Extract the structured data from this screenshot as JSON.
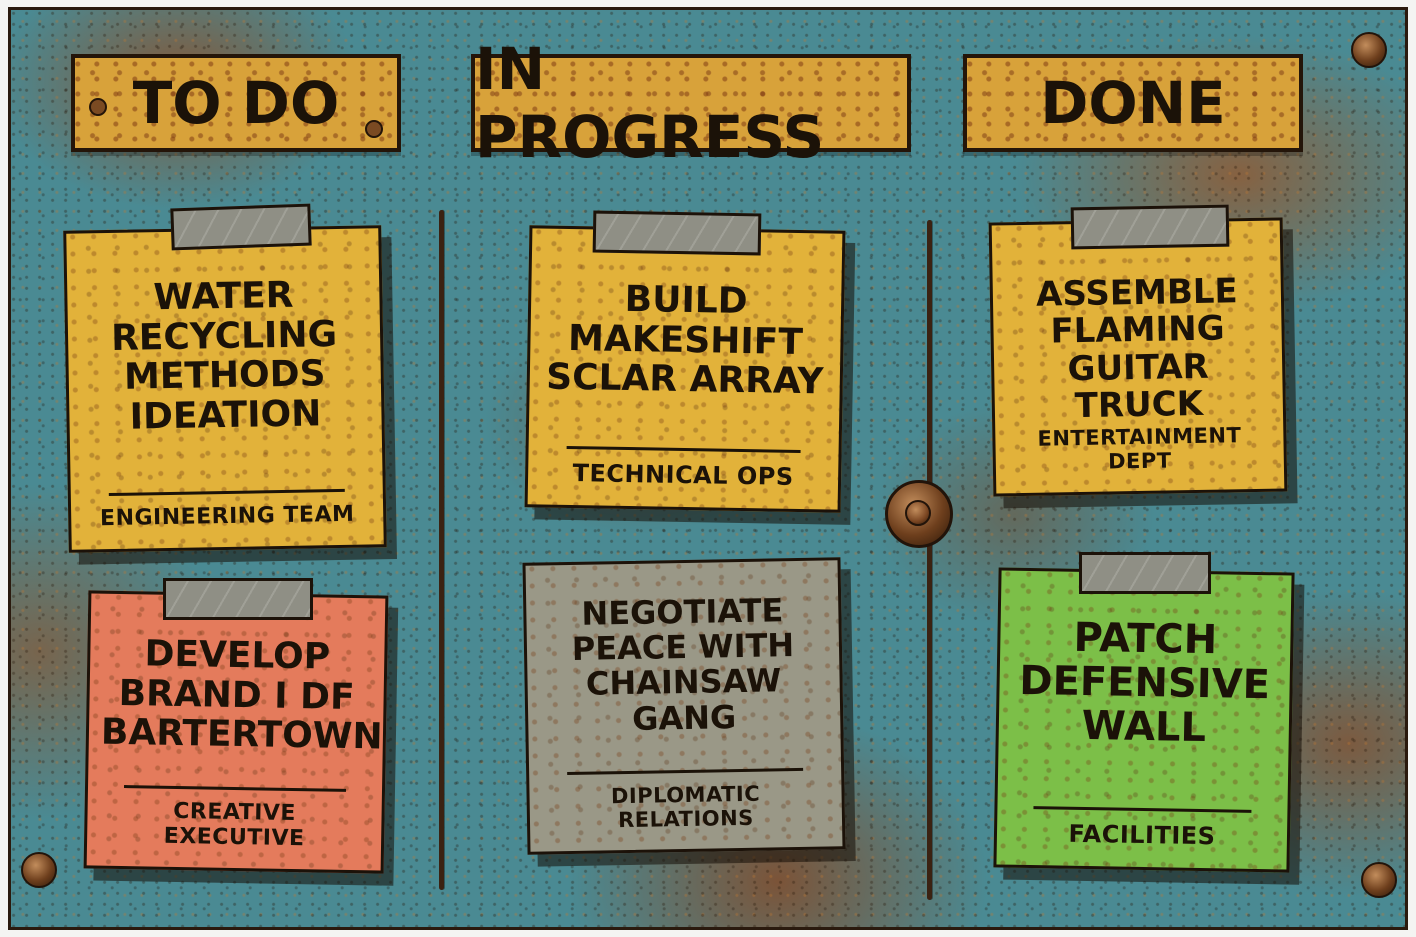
{
  "columns": [
    {
      "header": "TO DO",
      "cards": [
        {
          "title": "WATER RECYCLING METHODS IDEATION",
          "team": "ENGINEERING TEAM",
          "color": "#e2b23a"
        },
        {
          "title": "DEVELOP BRAND I DF BARTERTOWN",
          "team": "CREATIVE EXECUTIVE",
          "color": "#e47b5c"
        }
      ]
    },
    {
      "header": "IN PROGRESS",
      "cards": [
        {
          "title": "BUILD MAKESHIFT SCLAR ARRAY",
          "team": "TECHNICAL OPS",
          "color": "#e2b23a"
        },
        {
          "title": "NEGOTIATE PEACE WITH CHAINSAW GANG",
          "team": "DIPLOMATIC RELATIONS",
          "color": "#9a9887"
        }
      ]
    },
    {
      "header": "DONE",
      "cards": [
        {
          "title": "ASSEMBLE FLAMING GUITAR TRUCK",
          "team": "ENTERTAINMENT DEPT",
          "color": "#e2b23a"
        },
        {
          "title": "PATCH DEFENSIVE WALL",
          "team": "FACILITIES",
          "color": "#7cbf48"
        }
      ]
    }
  ]
}
